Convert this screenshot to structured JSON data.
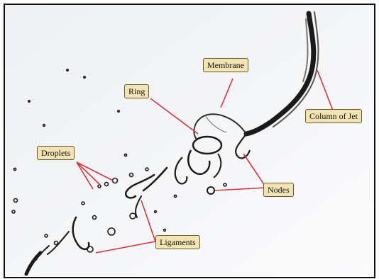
{
  "labels": {
    "membrane": "Membrane",
    "ring": "Ring",
    "column_of_jet": "Column of Jet",
    "droplets": "Droplets",
    "nodes": "Nodes",
    "ligaments": "Ligaments"
  },
  "colors": {
    "label_fill": "#f3e4b4",
    "label_border": "#6b5a2a",
    "leader_line": "#e0303a",
    "water": "#1a1a1a",
    "background": "#f4f5f7"
  }
}
